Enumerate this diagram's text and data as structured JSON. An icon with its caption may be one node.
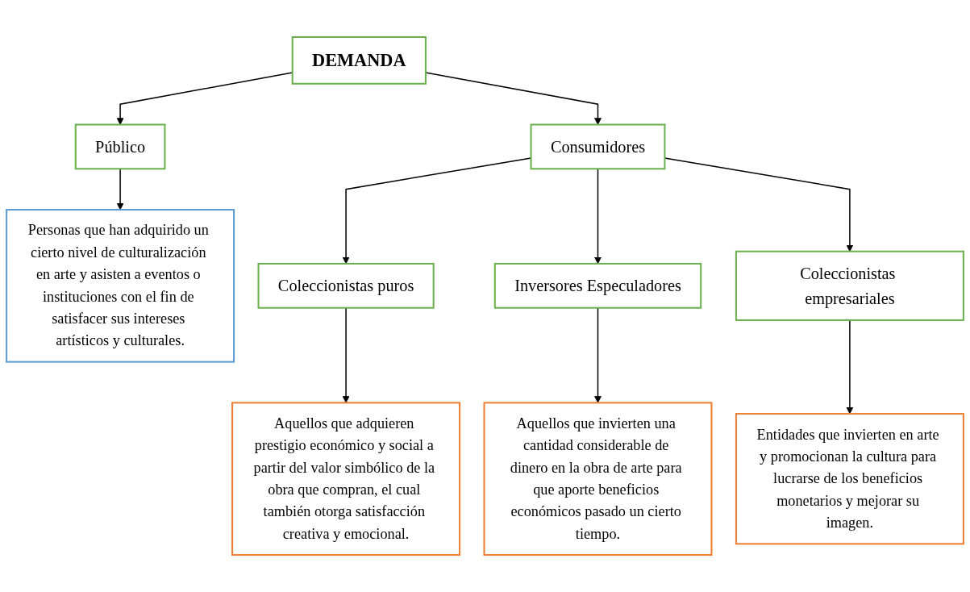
{
  "diagram": {
    "nodes": [
      {
        "text": [
          "DEMANDA"
        ]
      },
      {
        "text": [
          "Público"
        ]
      },
      {
        "text": [
          "Consumidores"
        ]
      },
      {
        "text": [
          "Personas que han adquirido un cierto nivel de culturalización en arte y asisten a eventos o instituciones con el fin de satisfacer sus intereses artísticos y culturales."
        ]
      },
      {
        "text": [
          "Coleccionistas puros"
        ]
      },
      {
        "text": [
          "Inversores Especuladores"
        ]
      },
      {
        "text": [
          "Coleccionistas empresariales"
        ]
      },
      {
        "text": [
          "Aquellos que adquieren prestigio económico y social a partir del valor simbólico de la obra que compran, el cual también otorga satisfacción creativa y emocional."
        ]
      },
      {
        "text": [
          "Aquellos que invierten una cantidad considerable de dinero en la obra de arte para que aporte beneficios económicos pasado un cierto tiempo."
        ]
      },
      {
        "text": [
          "Entidades que invierten en arte y promocionan la cultura para lucrarse de los beneficios monetarios y mejorar su imagen."
        ]
      }
    ],
    "edges": [
      {
        "from": 0,
        "to": 1,
        "arrow": "to"
      },
      {
        "from": 0,
        "to": 2,
        "arrow": "to"
      },
      {
        "from": 1,
        "to": 3,
        "arrow": "to"
      },
      {
        "from": 2,
        "to": 4,
        "arrow": "to"
      },
      {
        "from": 2,
        "to": 5,
        "arrow": "to"
      },
      {
        "from": 2,
        "to": 6,
        "arrow": "to"
      },
      {
        "from": 4,
        "to": 7,
        "arrow": "to"
      },
      {
        "from": 5,
        "to": 8,
        "arrow": "to"
      },
      {
        "from": 6,
        "to": 9,
        "arrow": "to"
      }
    ]
  }
}
